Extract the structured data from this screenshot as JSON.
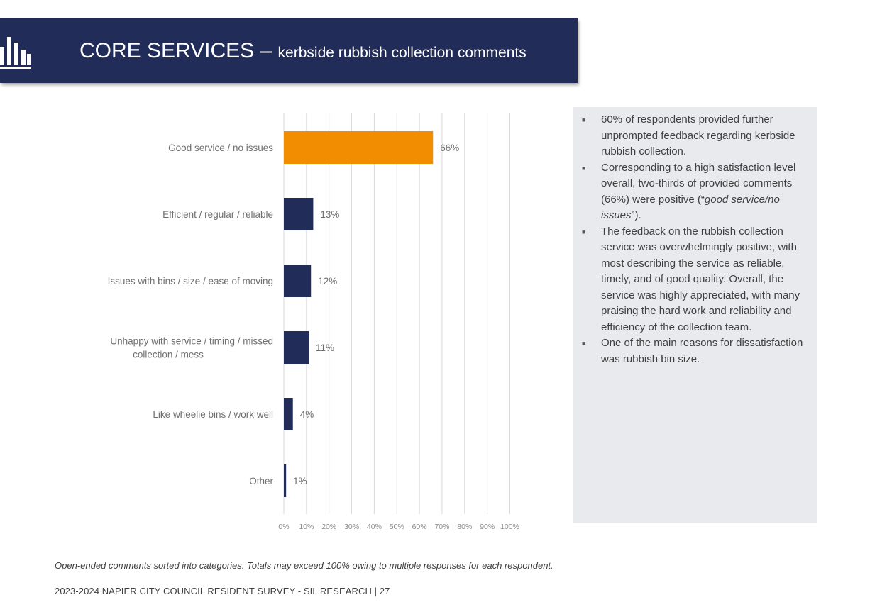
{
  "header": {
    "title_main": "CORE SERVICES – ",
    "title_sub": "kerbside rubbish collection comments",
    "logo_icon": "bar-chart-icon"
  },
  "chart_data": {
    "type": "bar",
    "orientation": "horizontal",
    "categories": [
      "Good service / no issues",
      "Efficient / regular / reliable",
      "Issues with bins / size / ease of moving",
      "Unhappy with service / timing / missed collection / mess",
      "Like wheelie bins / work well",
      "Other"
    ],
    "values": [
      66,
      13,
      12,
      11,
      4,
      1
    ],
    "value_labels": [
      "66%",
      "13%",
      "12%",
      "11%",
      "4%",
      "1%"
    ],
    "xlim": [
      0,
      100
    ],
    "xticks": [
      "0%",
      "10%",
      "20%",
      "30%",
      "40%",
      "50%",
      "60%",
      "70%",
      "80%",
      "90%",
      "100%"
    ],
    "grid": true,
    "colors": [
      "#f28c00",
      "#212c58",
      "#212c58",
      "#212c58",
      "#212c58",
      "#212c58"
    ]
  },
  "panel": {
    "items": [
      [
        {
          "t": "60% of respondents provided further unprompted feedback regarding kerbside rubbish collection."
        }
      ],
      [
        {
          "t": "Corresponding to a high satisfaction level overall, two-thirds of provided comments (66%) were positive (“"
        },
        {
          "t": "good service/no issues",
          "i": true
        },
        {
          "t": "”)."
        }
      ],
      [
        {
          "t": "The feedback on the rubbish collection service was overwhelmingly positive, with most describing the service as reliable, timely, and of good quality. Overall, the service was highly appreciated, with many praising the hard work and reliability and efficiency of the collection team."
        }
      ],
      [
        {
          "t": "One of the main reasons for dissatisfaction was rubbish bin size."
        }
      ]
    ]
  },
  "footnote": "Open-ended comments sorted into categories. Totals may exceed 100% owing to multiple responses for each respondent.",
  "footer": "2023-2024 NAPIER CITY COUNCIL RESIDENT SURVEY - SIL RESEARCH | 27"
}
